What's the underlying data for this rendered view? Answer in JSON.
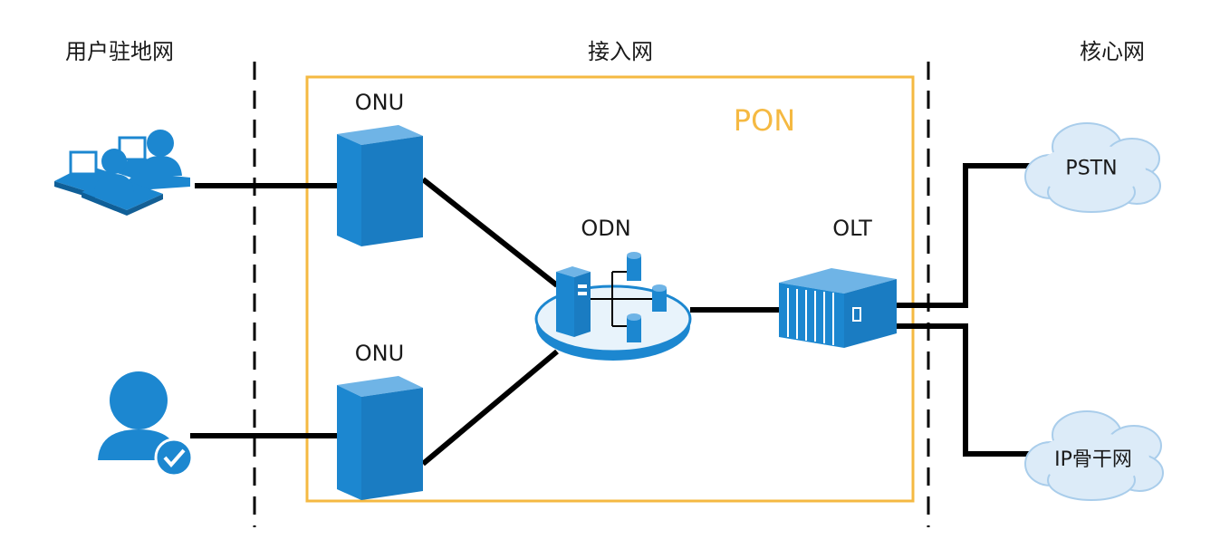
{
  "sections": {
    "premises": "用户驻地网",
    "access": "接入网",
    "core": "核心网"
  },
  "pon": {
    "label": "PON",
    "color": "#f5b942"
  },
  "devices": {
    "onu_top": "ONU",
    "onu_bottom": "ONU",
    "odn": "ODN",
    "olt": "OLT"
  },
  "clouds": {
    "pstn": "PSTN",
    "ip": "IP骨干网"
  },
  "colors": {
    "device_blue": "#1c87d0",
    "device_dark": "#0f5f98",
    "cloud_fill": "#dcebf8",
    "line": "#000000"
  },
  "icons": {
    "users_group": "users-group-icon",
    "user_check": "user-check-icon",
    "onu": "onu-device-icon",
    "odn": "odn-splitter-icon",
    "olt": "olt-device-icon",
    "cloud": "cloud-icon"
  }
}
